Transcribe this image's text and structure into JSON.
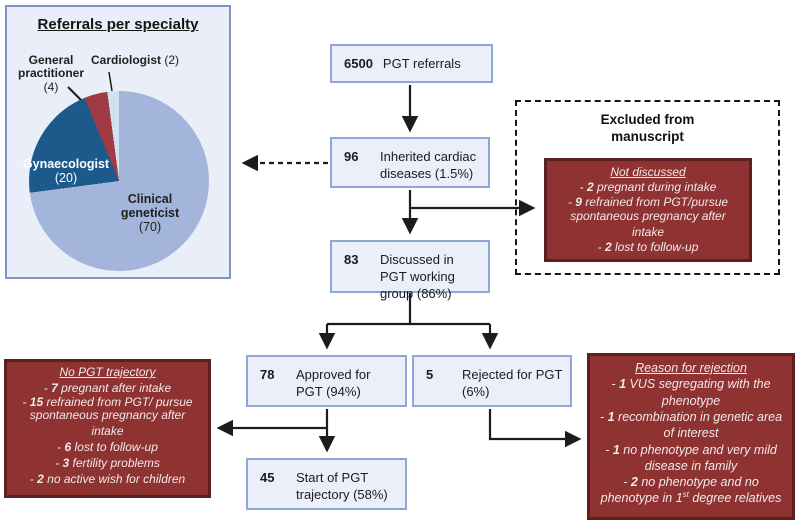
{
  "pie_panel": {
    "title": "Referrals per specialty",
    "labels": {
      "general_practitioner": {
        "line1": "General",
        "line2": "practitioner",
        "count": "(4)"
      },
      "cardiologist": {
        "name": "Cardiologist",
        "count": "(2)"
      },
      "gynaecologist": {
        "name": "Gynaecologist",
        "count": "(20)"
      },
      "clinical_geneticist": {
        "line1": "Clinical",
        "line2": "geneticist",
        "count": "(70)"
      }
    }
  },
  "chart_data": {
    "type": "pie",
    "title": "Referrals per specialty",
    "slices": [
      {
        "label": "Clinical geneticist",
        "value": 70,
        "color": "#a4b5db"
      },
      {
        "label": "Gynaecologist",
        "value": 20,
        "color": "#1d5a8c"
      },
      {
        "label": "General practitioner",
        "value": 4,
        "color": "#a23a43"
      },
      {
        "label": "Cardiologist",
        "value": 2,
        "color": "#cfe2f4"
      }
    ],
    "legend_position": "none",
    "start_angle_deg": 0,
    "direction": "clockwise"
  },
  "flow": {
    "referrals": {
      "num": "6500",
      "label": "PGT referrals"
    },
    "inherited": {
      "num": "96",
      "label": "Inherited cardiac diseases (1.5%)"
    },
    "discussed": {
      "num": "83",
      "label": "Discussed in PGT working group (86%)"
    },
    "approved": {
      "num": "78",
      "label": "Approved for PGT (94%)"
    },
    "rejected": {
      "num": "5",
      "label": "Rejected for PGT (6%)"
    },
    "start": {
      "num": "45",
      "label": "Start of PGT trajectory (58%)"
    }
  },
  "excluded_panel": {
    "title": "Excluded from manuscript",
    "not_discussed": {
      "title": "Not discussed",
      "items": [
        {
          "pre": "-",
          "num": "2",
          "text": "pregnant during intake"
        },
        {
          "pre": "-",
          "num": "9",
          "text": "refrained from PGT/pursue spontaneous pregnancy after intake"
        },
        {
          "pre": "-",
          "num": "2",
          "text": "lost to follow-up"
        }
      ]
    }
  },
  "no_pgt": {
    "title": "No PGT trajectory",
    "items": [
      {
        "pre": "-",
        "num": "7",
        "text": "pregnant after intake"
      },
      {
        "pre": "-",
        "num": "15",
        "text": "refrained from PGT/ pursue spontaneous pregnancy after intake"
      },
      {
        "pre": "-",
        "num": "6",
        "text": "lost to follow-up"
      },
      {
        "pre": "-",
        "num": "3",
        "text": "fertility problems"
      },
      {
        "pre": "-",
        "num": "2",
        "text": "no active wish for children"
      }
    ]
  },
  "rejection": {
    "title": "Reason for rejection",
    "items": [
      {
        "pre": "-",
        "num": "1",
        "text": "VUS segregating with the phenotype"
      },
      {
        "pre": "-",
        "num": "1",
        "text": "recombination in genetic area of interest"
      },
      {
        "pre": "-",
        "num": "1",
        "text": "no phenotype and very mild disease in family"
      },
      {
        "pre": "-",
        "num": "2",
        "text": "no phenotype and no phenotype in 1",
        "sup": "st",
        "text2": " degree relatives"
      }
    ]
  },
  "colors": {
    "flow_box_fill": "#eaeffa",
    "flow_box_border": "#8fa6d9",
    "panel_fill": "#e9eef8",
    "panel_border": "#8092c5",
    "red_box_fill": "#8e3232",
    "red_box_border": "#5c2022",
    "arrow": "#1c1c1c"
  }
}
